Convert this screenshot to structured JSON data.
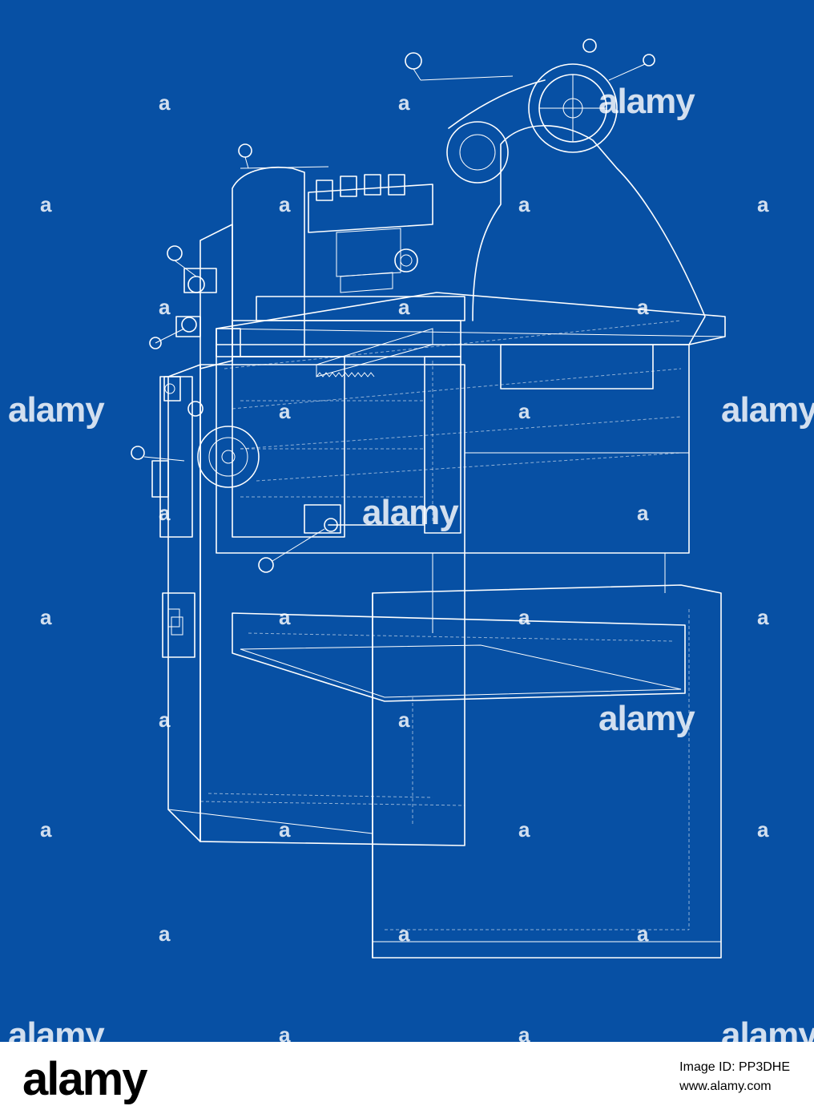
{
  "watermark": {
    "brand": "alamy",
    "glyph": "a"
  },
  "footer": {
    "logo": "alamy",
    "image_id": "Image ID: PP3DHE",
    "site": "www.alamy.com"
  },
  "colors": {
    "blueprint_bg": "#0750a4",
    "line": "#ffffff",
    "footer_bg": "#ffffff"
  }
}
